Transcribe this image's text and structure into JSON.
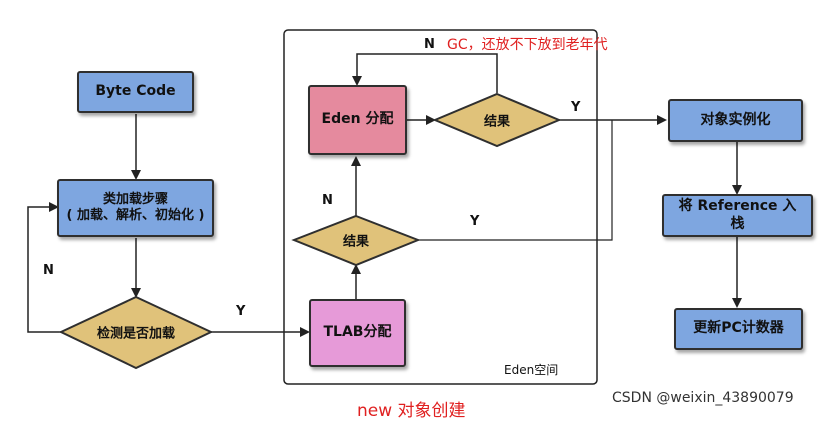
{
  "nodes": {
    "byte_code": "Byte Code",
    "class_loading": "类加载步骤\n( 加载、解析、初始化 )",
    "check_loaded": "检测是否加载",
    "tlab_alloc": "TLAB分配",
    "result_lower": "结果",
    "eden_alloc": "Eden 分配",
    "result_upper": "结果",
    "object_instantiate": "对象实例化",
    "push_reference": "将 Reference 入\n栈",
    "update_pc": "更新PC计数器"
  },
  "edge_labels": {
    "n_left": "N",
    "y_check_to_tlab": "Y",
    "n_tlab_result": "N",
    "y_lower_result": "Y",
    "n_eden_loop": "N",
    "y_upper_result": "Y",
    "gc_note": "GC，还放不下放到老年代"
  },
  "containers": {
    "eden_space": "Eden空间"
  },
  "caption": "new 对象创建",
  "watermark": "CSDN @weixin_43890079",
  "colors": {
    "blue_box": "#7ea6e0",
    "pink_box": "#e58a9e",
    "magenta_box": "#e69ad8",
    "diamond": "#e0c27a",
    "red_text": "#e02020"
  }
}
